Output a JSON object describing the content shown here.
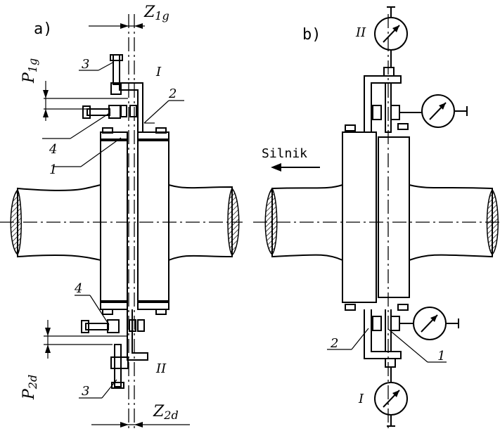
{
  "panel_a": {
    "label": "a)",
    "z1g": {
      "main": "Z",
      "sub": "1g"
    },
    "z2d": {
      "main": "Z",
      "sub": "2d"
    },
    "p1g": {
      "main": "P",
      "sub": "1g"
    },
    "p2d": {
      "main": "P",
      "sub": "2d"
    },
    "roman_top": "I",
    "roman_bottom": "II",
    "num_1": "1",
    "num_2": "2",
    "num_3_top": "3",
    "num_3_bottom": "3",
    "num_4_top": "4",
    "num_4_bottom": "4"
  },
  "panel_b": {
    "label": "b)",
    "silnik": "Silnik",
    "roman_top": "II",
    "roman_bottom": "I",
    "num_1": "1",
    "num_2": "2"
  }
}
